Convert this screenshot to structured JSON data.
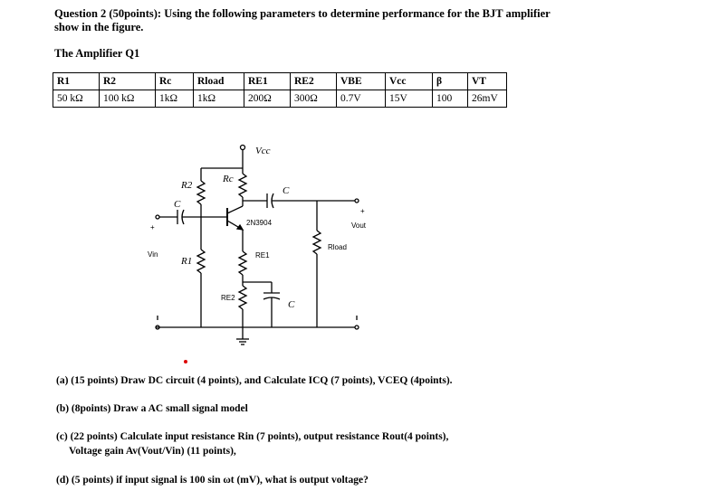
{
  "question": {
    "title": "Question 2 (50points): Using the following parameters to determine performance for the BJT amplifier show in the figure.",
    "subtitle": "The Amplifier Q1"
  },
  "table": {
    "headers": [
      "R1",
      "R2",
      "Rc",
      "Rload",
      "RE1",
      "RE2",
      "VBE",
      "Vcc",
      "β",
      "VT"
    ],
    "values": [
      "50 kΩ",
      "100 kΩ",
      "1kΩ",
      "1kΩ",
      "200Ω",
      "300Ω",
      "0.7V",
      "15V",
      "100",
      "26mV"
    ]
  },
  "circuit": {
    "vcc": "Vcc",
    "r2": "R2",
    "rc": "Rc",
    "c_top": "C",
    "c_in": "C",
    "transistor": "2N3904",
    "vout": "Vout",
    "plus": "+",
    "vin": "Vin",
    "r1": "R1",
    "re1": "RE1",
    "rload": "Rload",
    "re2": "RE2",
    "c_bypass": "C"
  },
  "parts": {
    "a": "(a)  (15 points)  Draw DC circuit (4 points), and Calculate ICQ (7 points), VCEQ (4points).",
    "b": "(b) (8points)   Draw a AC small signal model",
    "c1": "(c)  (22 points)  Calculate input resistance Rin (7 points), output resistance Rout(4 points),",
    "c2": "Voltage gain Av(Vout/Vin) (11 points),",
    "d": "(d)  (5 points)  if input signal is 100 sin ωt (mV), what is output voltage?"
  }
}
